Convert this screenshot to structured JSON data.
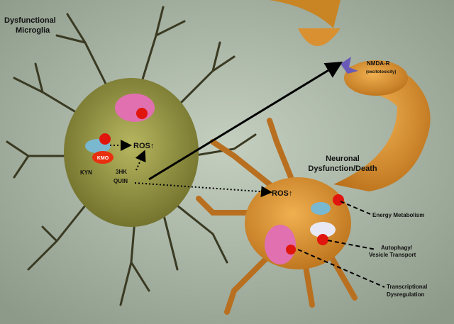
{
  "microglia": {
    "title_line1": "Dysfunctional",
    "title_line2": "Microglia",
    "kmo": "KMO",
    "kyn": "KYN",
    "hk3": "3HK",
    "quin": "QUIN",
    "ros": "ROS↑"
  },
  "receptor": {
    "label": "NMDA-R",
    "sublabel": "(excitotoxicity)"
  },
  "neuron": {
    "title_line1": "Neuronal",
    "title_line2": "Dysfunction/Death",
    "ros": "ROS↑",
    "effects": [
      {
        "line1": "Energy Metabolism",
        "line2": ""
      },
      {
        "line1": "Autophagy/",
        "line2": "Vesicle Transport"
      },
      {
        "line1": "Transcriptional",
        "line2": "Dysregulation"
      }
    ]
  },
  "colors": {
    "background": "#a9b6a4",
    "microglia": "#8f8f3a",
    "neuron": "#d8902c",
    "ros_burst": "#e0160e",
    "mitochondria": "#7ab8d0",
    "nucleus": "#e070b0"
  }
}
